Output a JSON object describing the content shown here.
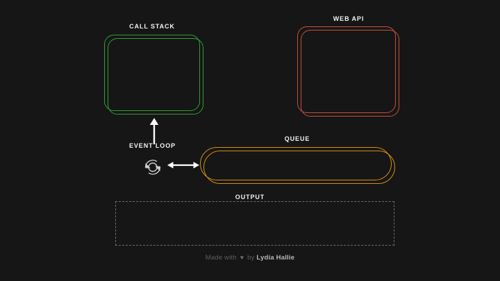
{
  "background_color": "#161616",
  "sections": {
    "call_stack": {
      "label": "CALL STACK",
      "color": "#2f9e33",
      "shape": "rounded-rect-double-outline"
    },
    "web_api": {
      "label": "WEB API",
      "color": "#c4513d",
      "shape": "rounded-rect-double-outline"
    },
    "queue": {
      "label": "QUEUE",
      "color": "#d88e12",
      "shape": "pill-double-outline"
    },
    "output": {
      "label": "OUTPUT",
      "color": "#6e6e6e",
      "shape": "dashed-rect"
    },
    "event_loop": {
      "label": "EVENT LOOP",
      "icon": "refresh-cycle-icon",
      "color": "#cfcfcf"
    }
  },
  "connectors": {
    "call_stack_arrow": {
      "name": "arrow-up-icon",
      "direction": "up",
      "color": "#ffffff"
    },
    "queue_arrow": {
      "name": "arrow-left-right-icon",
      "direction": "both",
      "color": "#ffffff"
    }
  },
  "footer": {
    "made_with": "Made with",
    "heart": "♥",
    "by": "by",
    "author": "Lydia Hallie"
  }
}
